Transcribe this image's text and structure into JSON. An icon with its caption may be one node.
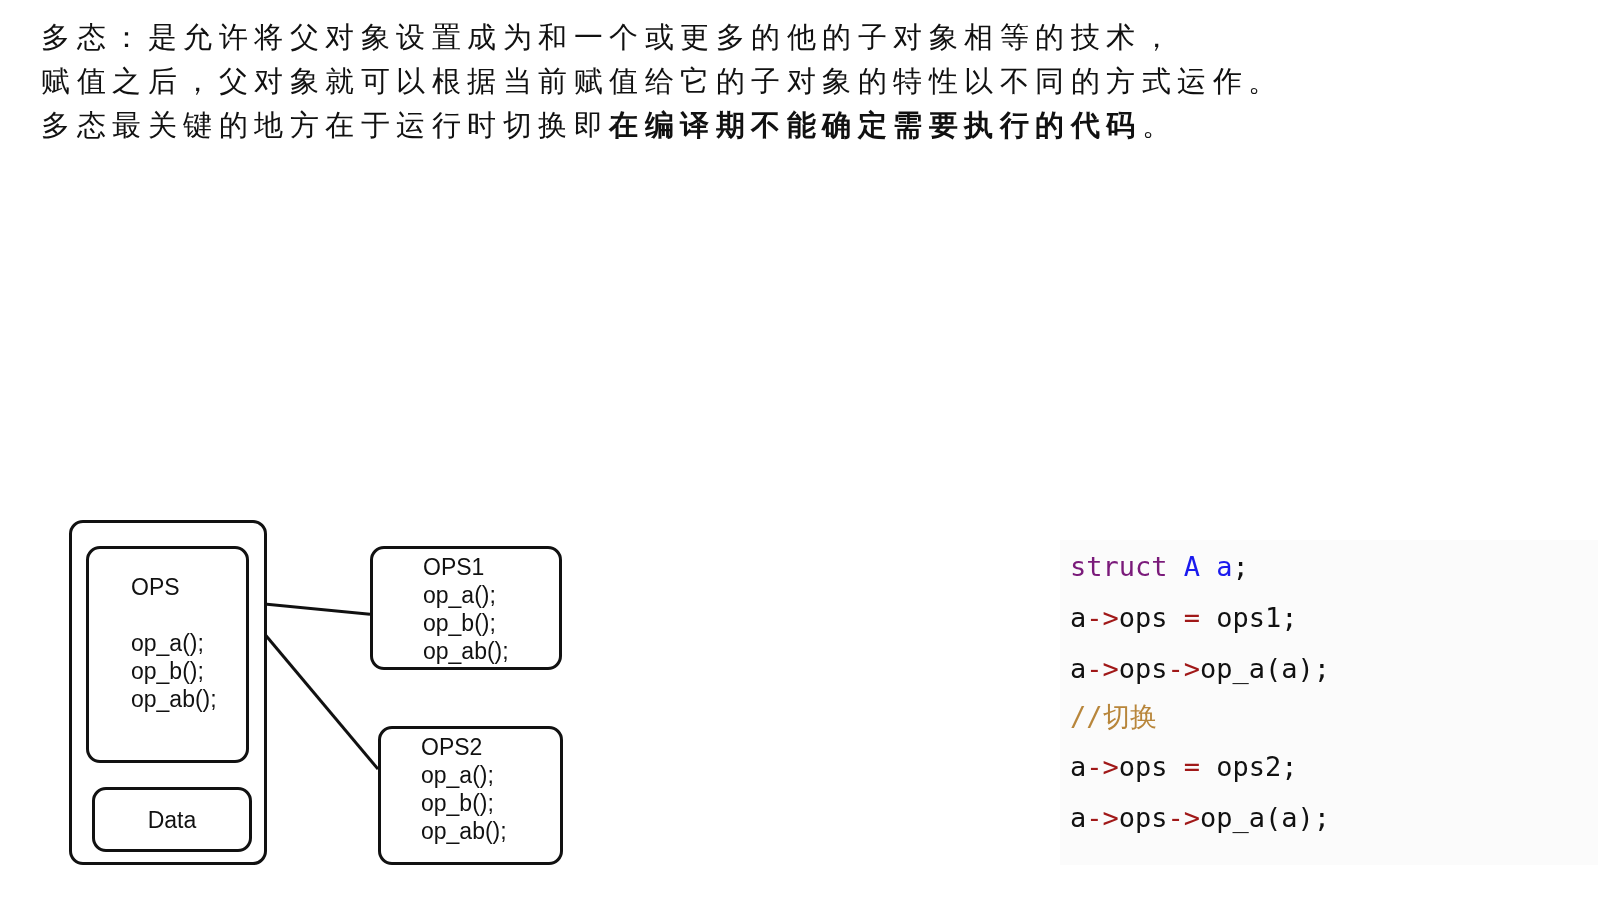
{
  "diagram": {
    "nodes": [
      {
        "text": [],
        "shape": "box"
      },
      {
        "text": [
          "OPS",
          "op_a(); op_b(); op_ab();"
        ],
        "in": 0
      },
      {
        "text": [
          "Data"
        ],
        "in": 0
      },
      {
        "text": [
          "OPS1 op_a(); op_b(); op_ab();"
        ]
      },
      {
        "text": [
          "OPS2 op_a(); op_b(); op_ab();"
        ]
      }
    ],
    "edges": [
      {
        "from": 1,
        "to": 3,
        "arrow": "none"
      },
      {
        "from": 1,
        "to": 4,
        "arrow": "none"
      }
    ],
    "labels": [
      "多态：是允许将父对象设置成为和一个或更多的他的子对象相等的技术，",
      "赋值之后，父对象就可以根据当前赋值给它的子对象的特性以不同的方式运作。",
      "多态最关键的地方在于运行时切换即**在编译期不能确定需要执行的代码**。",
      "struct A a;",
      "a->ops = ops1;",
      "a->ops->op_a(a);",
      "//切换",
      "a->ops = ops2;",
      "a->ops->op_a(a);"
    ]
  }
}
